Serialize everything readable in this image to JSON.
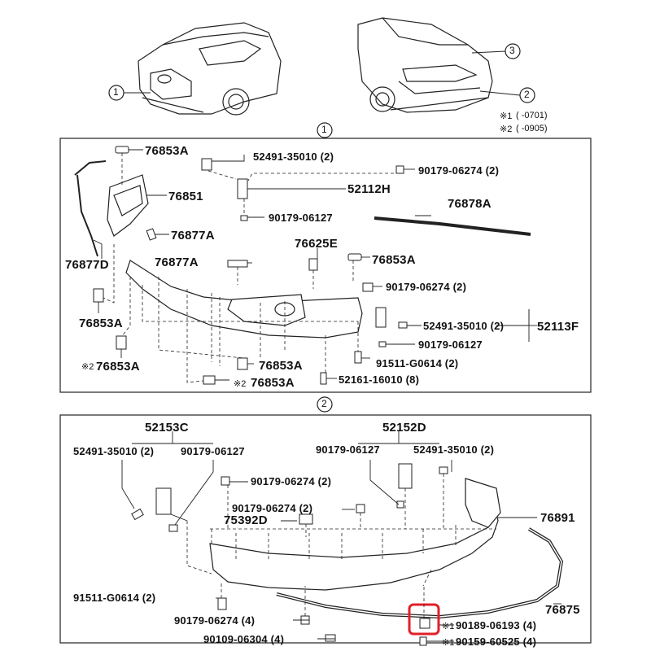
{
  "footnotes": {
    "n1_mark": "※1",
    "n1_text": "(      -0701)",
    "n2_mark": "※2",
    "n2_text": "(      -0905)"
  },
  "callouts": {
    "c1": "1",
    "c2": "2",
    "c3": "3",
    "sec1": "1",
    "sec2": "2"
  },
  "section1": {
    "p76853A_top": "76853A",
    "p52491_top": "52491-35010 (2)",
    "p90179_06274_top": "90179-06274 (2)",
    "p76851": "76851",
    "p52112H": "52112H",
    "p76878A": "76878A",
    "p90179_06127_top": "90179-06127",
    "p76877A_1": "76877A",
    "p76625E": "76625E",
    "p76877D": "76877D",
    "p76877A_2": "76877A",
    "p76853A_mid": "76853A",
    "p90179_06274_mid": "90179-06274 (2)",
    "p76853A_left": "76853A",
    "p52491_mid": "52491-35010 (2)",
    "p52113F": "52113F",
    "p90179_06127_mid": "90179-06127",
    "p76853A_x2": "76853A",
    "x2_mark_1": "※2",
    "p91511": "91511-G0614 (2)",
    "p76853A_bot1": "76853A",
    "p76853A_bot2": "76853A",
    "x2_mark_2": "※2",
    "p52161": "52161-16010 (8)"
  },
  "section2": {
    "p52153C": "52153C",
    "p52152D": "52152D",
    "p52491_left": "52491-35010 (2)",
    "p90179_06127_left": "90179-06127",
    "p90179_06127_right": "90179-06127",
    "p52491_right": "52491-35010 (2)",
    "p90179_06274_a": "90179-06274 (2)",
    "p90179_06274_b": "90179-06274 (2)",
    "p75392D": "75392D",
    "p76891": "76891",
    "p91511": "91511-G0614 (2)",
    "p76875": "76875",
    "p90179_06274_c": "90179-06274 (4)",
    "p90189": "90189-06193 (4)",
    "x1_mark_a": "※1",
    "p90109": "90109-06304 (4)",
    "p90159": "90159-60525 (4)",
    "x1_mark_b": "※1"
  }
}
